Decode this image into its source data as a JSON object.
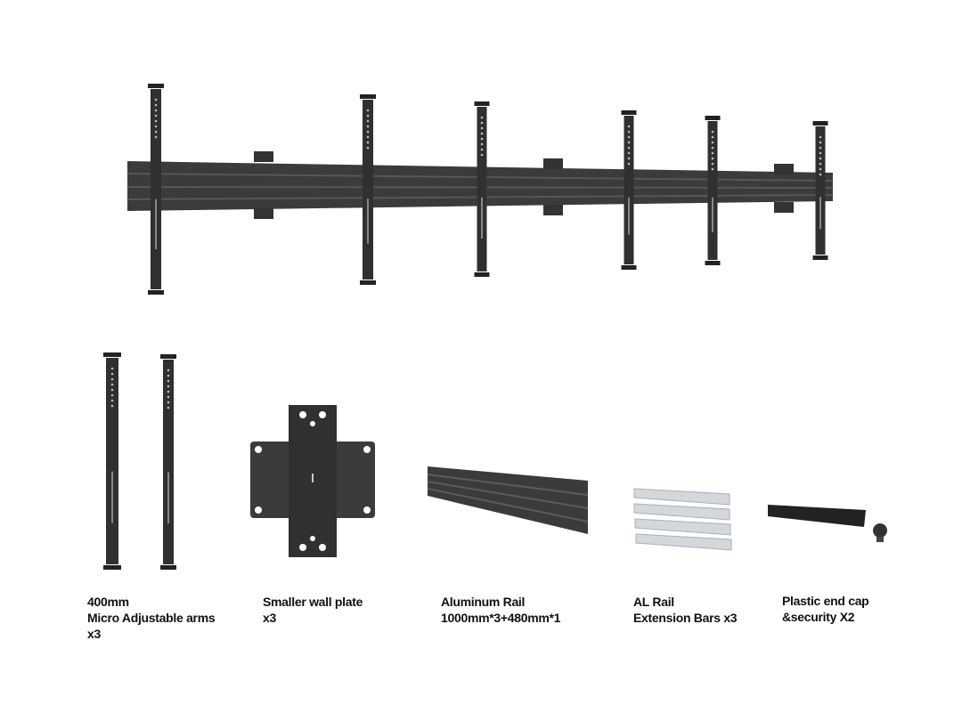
{
  "colors": {
    "metal": "#3a3b3d",
    "metal_dark": "#2a2b2d",
    "aluminum": "#d4d7dc",
    "text": "#111111"
  },
  "components": [
    {
      "lines": [
        "400mm",
        "Micro Adjustable arms",
        "x3"
      ]
    },
    {
      "lines": [
        "Smaller wall plate",
        "x3"
      ]
    },
    {
      "lines": [
        "Aluminum Rail",
        "1000mm*3+480mm*1"
      ]
    },
    {
      "lines": [
        "AL Rail",
        "Extension Bars x3"
      ]
    },
    {
      "lines": [
        "Plastic end cap",
        "&security X2"
      ]
    }
  ]
}
